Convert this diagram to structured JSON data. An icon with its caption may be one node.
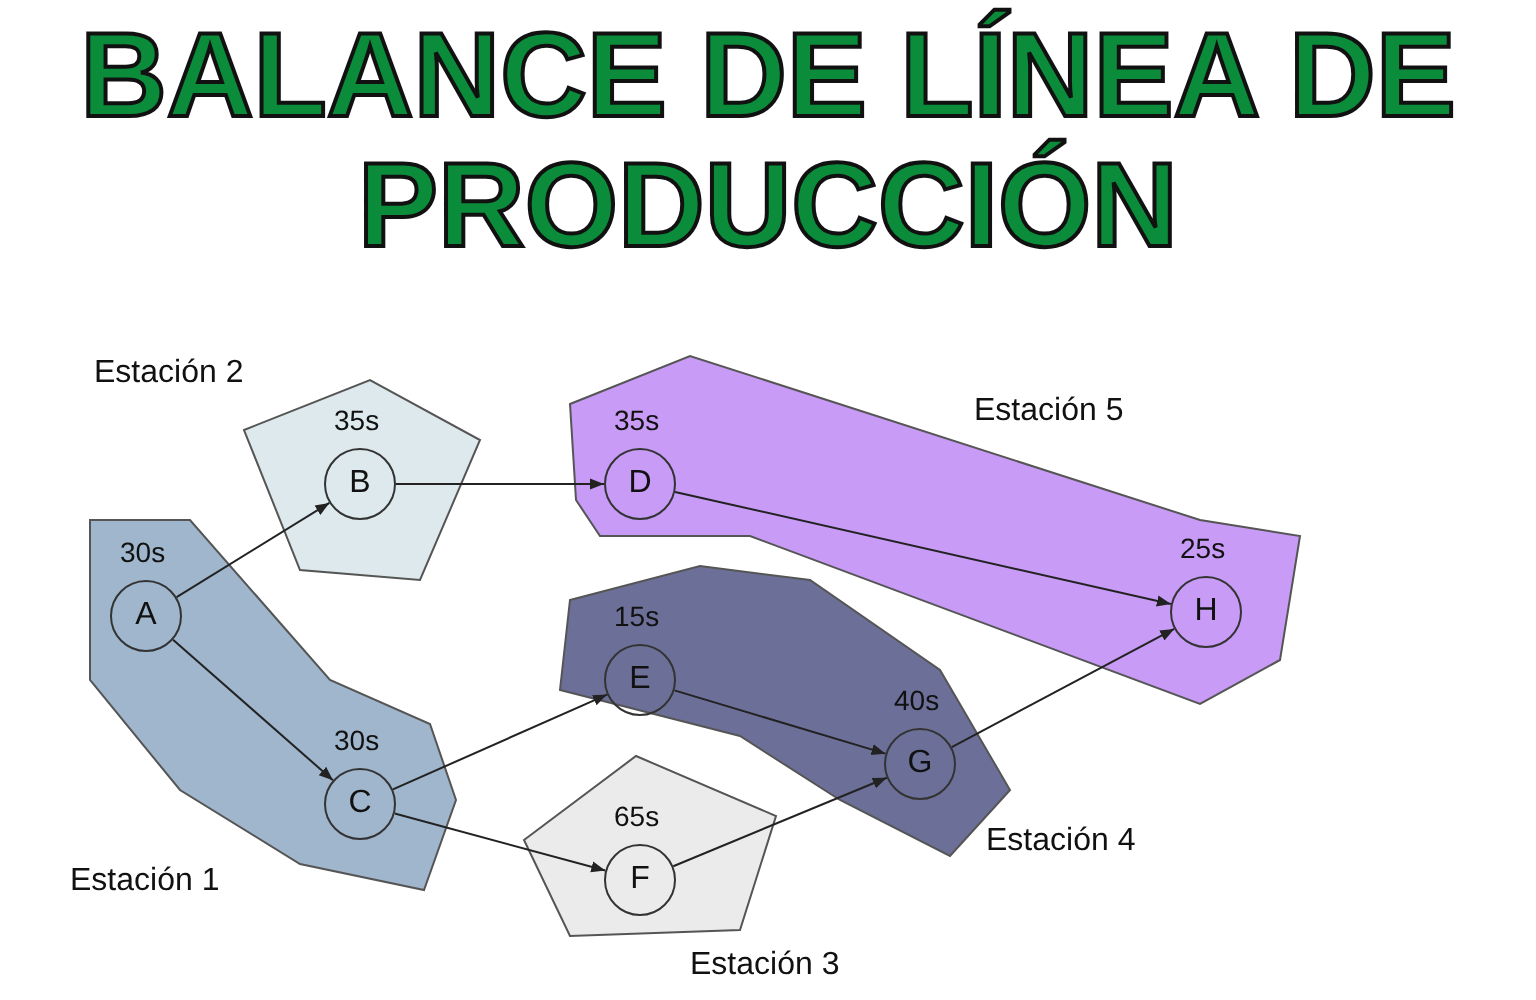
{
  "diagram": {
    "title": "BALANCE DE LÍNEA DE PRODUCCIÓN",
    "nodes": [
      {
        "text": [
          "Estación 2"
        ]
      },
      {
        "text": [
          "B"
        ],
        "in": 0,
        "beside": [
          "35s"
        ]
      },
      {
        "text": [
          "Estación 5"
        ]
      },
      {
        "text": [
          "D"
        ],
        "in": 2,
        "beside": [
          "35s"
        ]
      },
      {
        "text": [
          "H"
        ],
        "in": 2,
        "beside": [
          "25s"
        ]
      },
      {
        "text": [
          "Estación 1"
        ]
      },
      {
        "text": [
          "A"
        ],
        "in": 5,
        "beside": [
          "30s"
        ]
      },
      {
        "text": [
          "C"
        ],
        "in": 5,
        "beside": [
          "30s"
        ]
      },
      {
        "text": [
          "Estación 4"
        ]
      },
      {
        "text": [
          "E"
        ],
        "in": 8,
        "beside": [
          "15s"
        ]
      },
      {
        "text": [
          "G"
        ],
        "in": 8,
        "beside": [
          "40s"
        ]
      },
      {
        "text": [
          "Estación 3"
        ]
      },
      {
        "text": [
          "F"
        ],
        "in": 11,
        "beside": [
          "65s"
        ]
      }
    ],
    "edges": [
      {
        "from": 6,
        "to": 1,
        "arrow": "to"
      },
      {
        "from": 6,
        "to": 7,
        "arrow": "to"
      },
      {
        "from": 1,
        "to": 3,
        "arrow": "to"
      },
      {
        "from": 7,
        "to": 9,
        "arrow": "to"
      },
      {
        "from": 7,
        "to": 12,
        "arrow": "to"
      },
      {
        "from": 3,
        "to": 4,
        "arrow": "to"
      },
      {
        "from": 9,
        "to": 10,
        "arrow": "to"
      },
      {
        "from": 12,
        "to": 10,
        "arrow": "to"
      },
      {
        "from": 10,
        "to": 4,
        "arrow": "to"
      }
    ]
  }
}
